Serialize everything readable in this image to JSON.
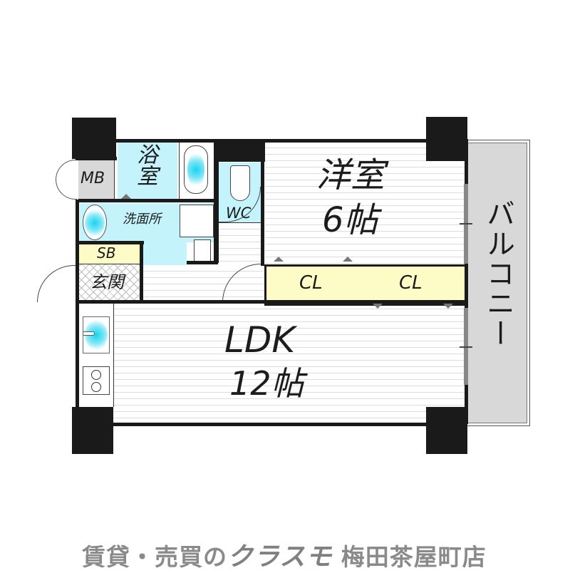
{
  "rooms": {
    "bath": {
      "label": "浴室"
    },
    "mb": {
      "label": "MB"
    },
    "washroom": {
      "label": "洗面所"
    },
    "wc": {
      "label": "WC"
    },
    "sb": {
      "label": "SB"
    },
    "entrance": {
      "label": "玄関"
    },
    "western_room": {
      "label": "洋室",
      "size": "6帖"
    },
    "closet_1": {
      "label": "CL"
    },
    "closet_2": {
      "label": "CL"
    },
    "ldk": {
      "label": "LDK",
      "size": "12帖"
    },
    "balcony": {
      "label": "バルコニー"
    }
  },
  "footer": {
    "prefix": "賃貸・売買の",
    "brand": "クラスモ",
    "branch": "梅田茶屋町店"
  },
  "colors": {
    "wall": "#1a1a1a",
    "wet_area": "#c4f3fb",
    "closet": "#fdfcc6",
    "balcony": "#d8d8d8",
    "footer_text": "#8a8a8a"
  }
}
